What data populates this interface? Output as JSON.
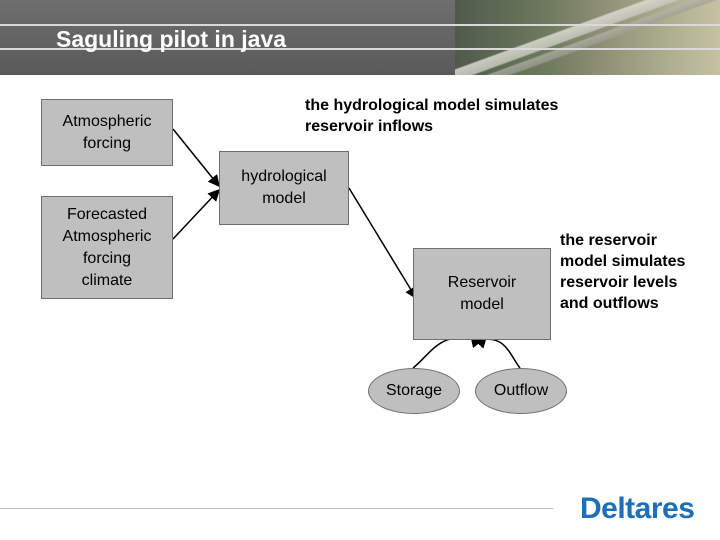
{
  "slide": {
    "title": "Saguling pilot in java"
  },
  "diagram": {
    "nodes": {
      "atmospheric_forcing": "Atmospheric\nforcing",
      "forecasted_forcing": "Forecasted\nAtmospheric\nforcing\nclimate",
      "hydrological_model": "hydrological\nmodel",
      "reservoir_model": "Reservoir\nmodel",
      "storage": "Storage",
      "outflow": "Outflow"
    },
    "notes": {
      "hydrological": "the hydrological model simulates\nreservoir inflows",
      "reservoir": "the reservoir\nmodel simulates\nreservoir levels\nand outflows"
    }
  },
  "footer": {
    "logo_text": "Deltares"
  },
  "colors": {
    "header_bg": "#5a5a5a",
    "box_fill": "#bfbfbf",
    "logo_blue": "#1d6fb8"
  }
}
